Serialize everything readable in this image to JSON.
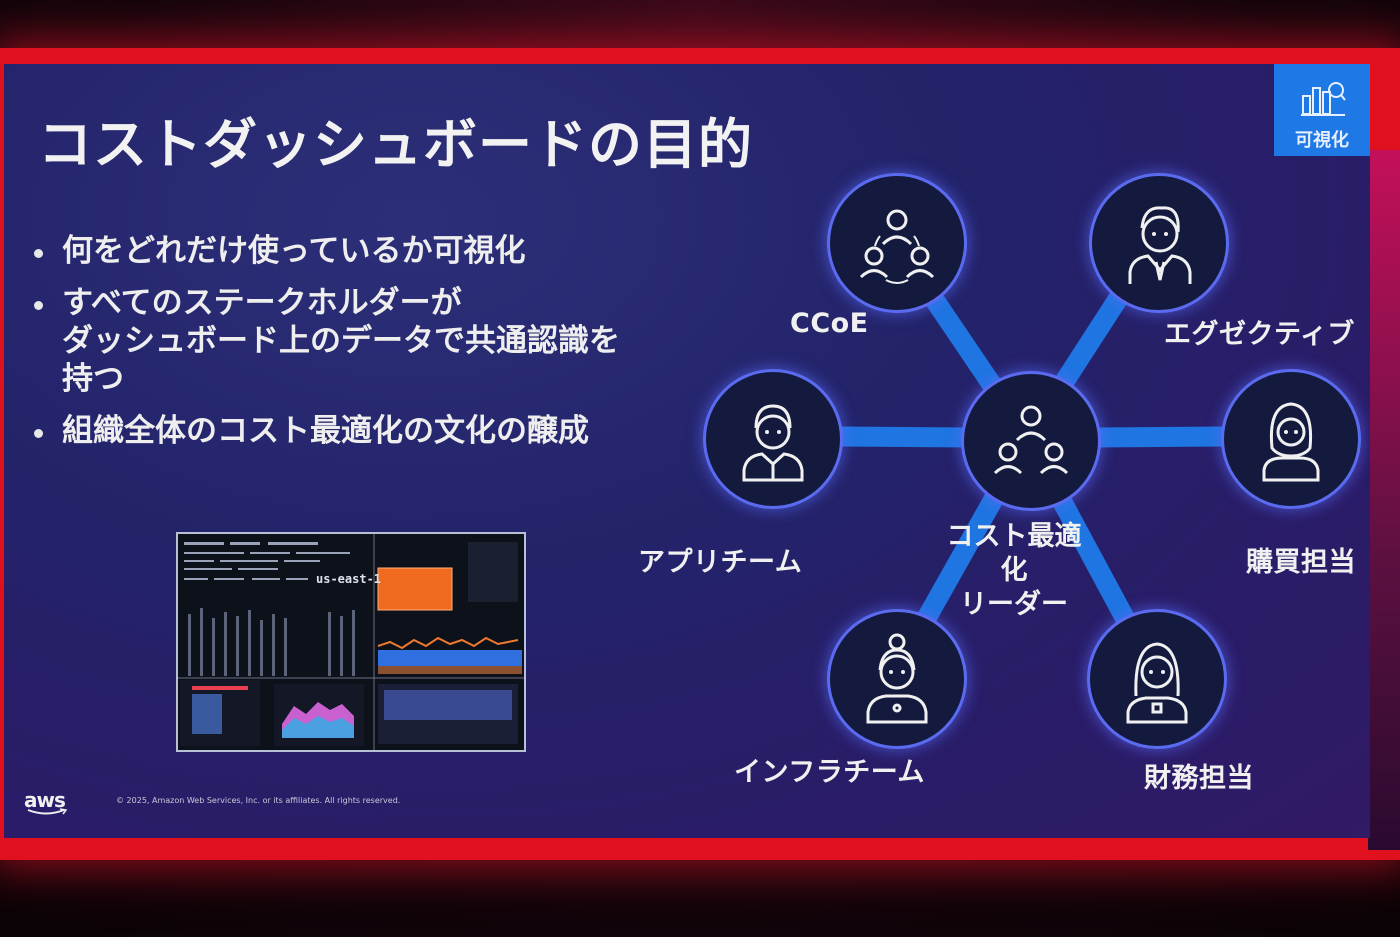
{
  "slide": {
    "title": "コストダッシュボードの目的",
    "badge": {
      "label": "可視化",
      "icon": "analytics-icon",
      "color": "#1e78e6"
    },
    "bullets": [
      "何をどれだけ使っているか可視化",
      "すべてのステークホルダーが\nダッシュボード上のデータで共通認識を\n持つ",
      "組織全体のコスト最適化の文化の醸成"
    ],
    "dashboard_thumbnail": {
      "region_label": "us-east-1"
    },
    "footer": {
      "logo": "aws",
      "copyright": "© 2025, Amazon Web Services, Inc. or its affiliates. All rights reserved."
    }
  },
  "network": {
    "center": {
      "label_line1": "コスト最適化",
      "label_line2": "リーダー",
      "icon": "team-icon"
    },
    "stakeholders": [
      {
        "label": "CCoE",
        "icon": "team-icon"
      },
      {
        "label": "エグゼクティブ",
        "icon": "executive-icon"
      },
      {
        "label": "アプリチーム",
        "icon": "developer-icon"
      },
      {
        "label": "購買担当",
        "icon": "procurement-icon"
      },
      {
        "label": "インフラチーム",
        "icon": "infra-engineer-icon"
      },
      {
        "label": "財務担当",
        "icon": "finance-icon"
      }
    ],
    "colors": {
      "connector": "#1f7ae8",
      "ring": "#5a6bf0",
      "node_fill": "#141a3e"
    }
  }
}
